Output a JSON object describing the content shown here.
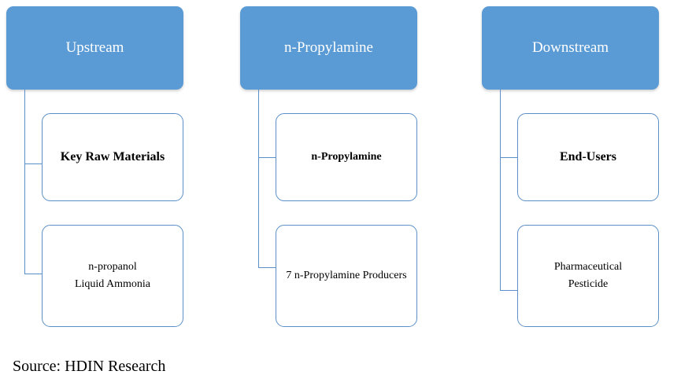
{
  "columns": [
    {
      "header": "Upstream",
      "category": "Key Raw Materials",
      "items": [
        "n-propanol",
        "Liquid Ammonia"
      ]
    },
    {
      "header": "n-Propylamine",
      "category": "n-Propylamine",
      "items": [
        "7 n-Propylamine Producers"
      ]
    },
    {
      "header": "Downstream",
      "category": "End-Users",
      "items": [
        "Pharmaceutical",
        "Pesticide"
      ]
    }
  ],
  "source": "Source: HDIN Research",
  "colors": {
    "header_fill": "#5b9bd5",
    "connector": "#5b8fc7",
    "box_border": "#5b8fc7"
  }
}
